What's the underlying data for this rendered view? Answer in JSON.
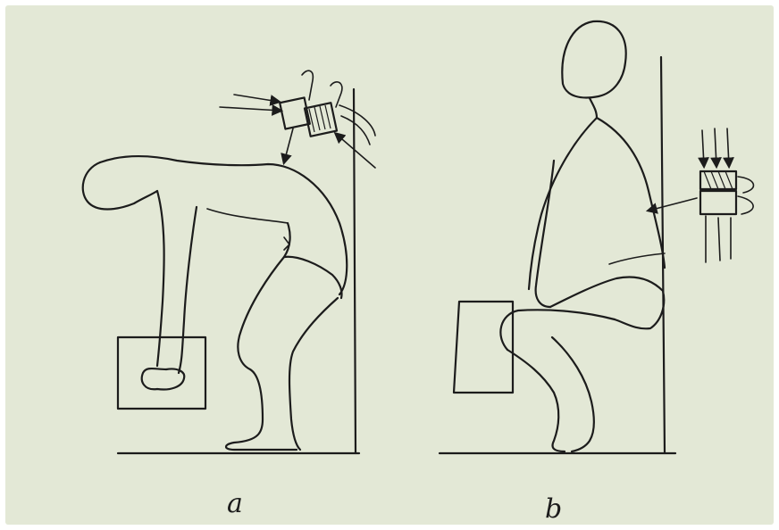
{
  "figure": {
    "paper_color": "#e3e8d6",
    "ink_color": "#1c1c1c",
    "panels": [
      {
        "id": "a",
        "caption": "a",
        "pose": "bending-lift"
      },
      {
        "id": "b",
        "caption": "b",
        "pose": "seated-upright"
      }
    ]
  }
}
